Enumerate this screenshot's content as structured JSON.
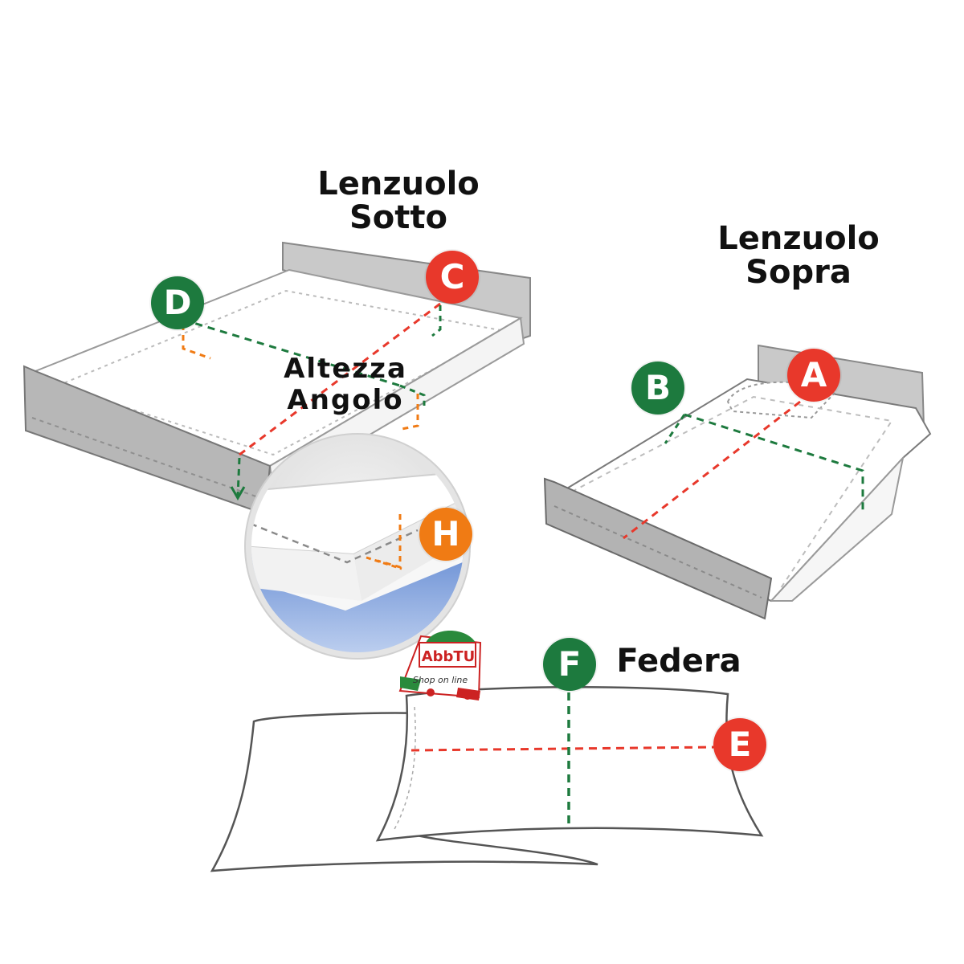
{
  "titles": {
    "bottom_sheet": [
      "Lenzuolo",
      "Sotto"
    ],
    "top_sheet": [
      "Lenzuolo",
      "Sopra"
    ],
    "pillowcase": "Federa",
    "corner_height": [
      "Altezza",
      "Angolo"
    ]
  },
  "badges": {
    "A": "A",
    "B": "B",
    "C": "C",
    "D": "D",
    "E": "E",
    "F": "F",
    "H": "H"
  },
  "colors": {
    "red": "#e8382b",
    "green": "#1d7a3e",
    "orange": "#f07b14",
    "headboard": "#c8c8c8",
    "outline": "#555555",
    "mattress_blue": "#8faee0"
  },
  "logo": {
    "brand": "AbbTU",
    "tagline": "Shop on line"
  }
}
